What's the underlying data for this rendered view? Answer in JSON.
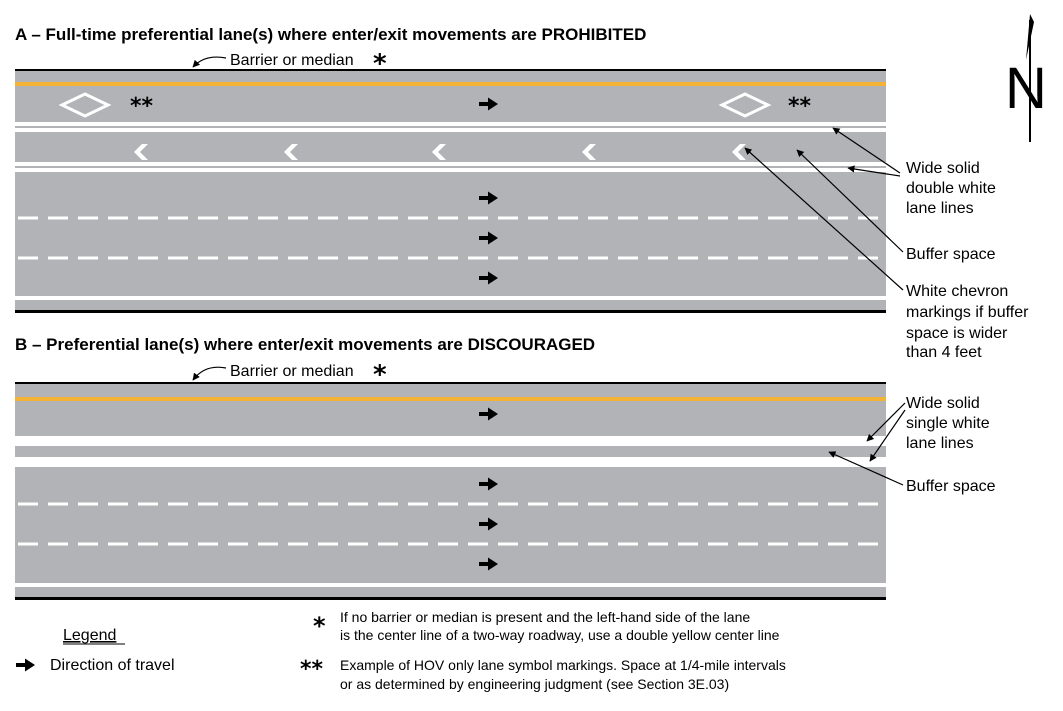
{
  "colors": {
    "road": "#b1b3b6",
    "marking": "#ffffff",
    "yellow_line": "#f5b335",
    "edge": "#000000",
    "text": "#000000"
  },
  "compass": {
    "letter": "N"
  },
  "panel_a": {
    "title": "A – Full-time preferential lane(s) where enter/exit movements are PROHIBITED",
    "barrier_label": "Barrier or median",
    "star": "*",
    "hov_symbol_text": "**",
    "callouts": {
      "double_lines": [
        "Wide solid",
        "double white",
        "lane lines"
      ],
      "buffer": "Buffer space",
      "chevrons": [
        "White chevron",
        "markings if buffer",
        "space is wider",
        "than 4 feet"
      ]
    }
  },
  "panel_b": {
    "title": "B – Preferential lane(s) where enter/exit movements are DISCOURAGED",
    "barrier_label": "Barrier or median",
    "star": "*",
    "callouts": {
      "single_lines": [
        "Wide solid",
        "single white",
        "lane lines"
      ],
      "buffer": "Buffer space"
    }
  },
  "legend": {
    "title": "Legend",
    "direction": "Direction of travel"
  },
  "notes": {
    "note1_symbol": "*",
    "note1_lines": [
      "If no barrier or median is present and the left-hand side of the lane",
      "is the center line of a two-way roadway, use a double yellow center line"
    ],
    "note2_symbol": "**",
    "note2_lines": [
      "Example of HOV only lane symbol markings. Space at 1/4-mile intervals",
      "or as determined by engineering judgment (see Section 3E.03)"
    ]
  }
}
